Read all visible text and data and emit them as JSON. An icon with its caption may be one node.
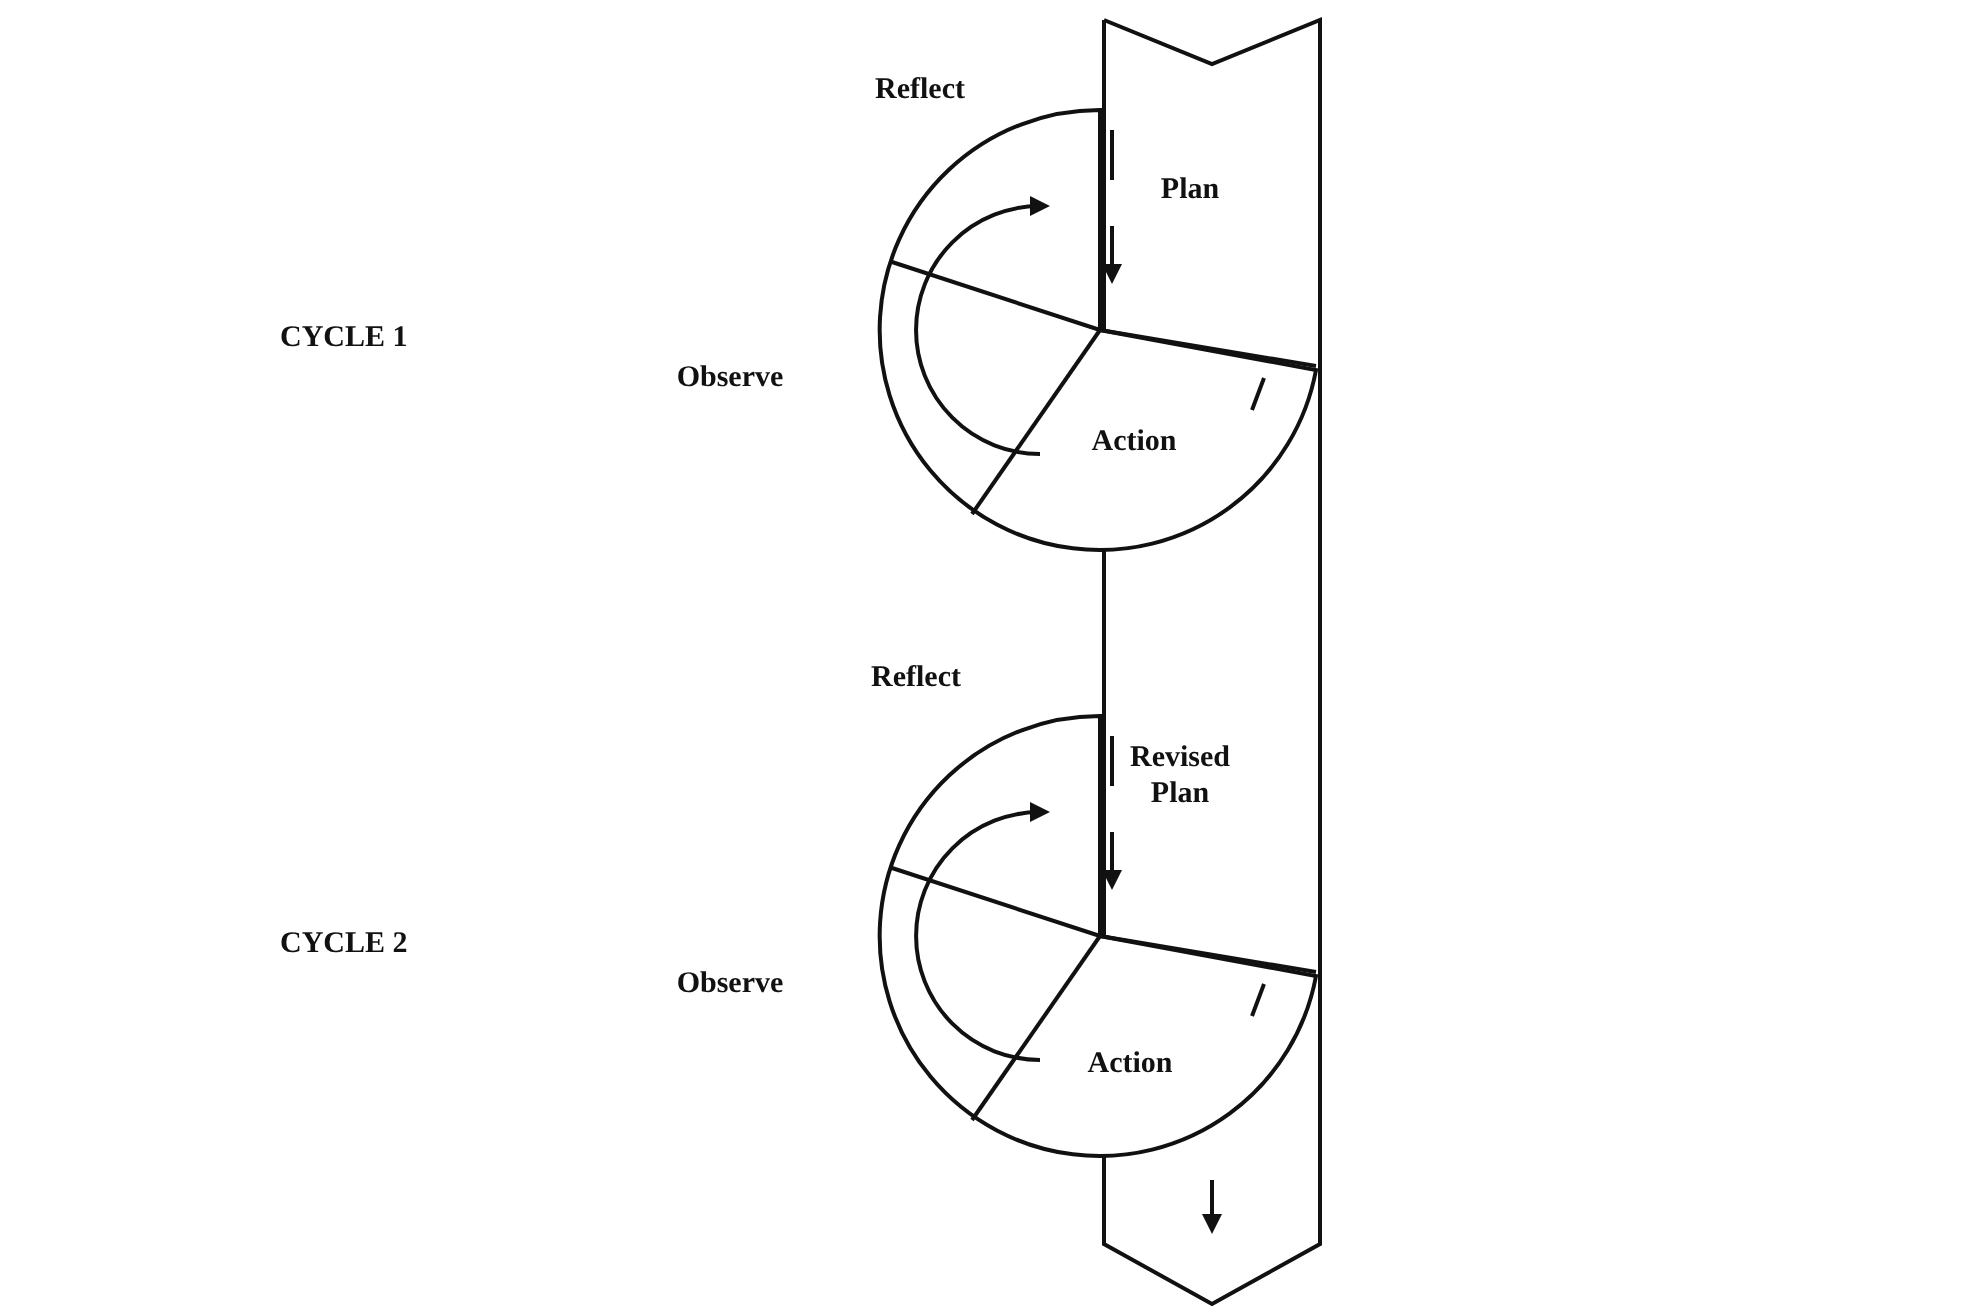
{
  "diagram": {
    "nodes": [
      {
        "text": [
          "Reflect"
        ]
      },
      {
        "text": [
          "Plan"
        ]
      },
      {
        "text": [
          "Observe"
        ]
      },
      {
        "text": [
          "Action"
        ]
      },
      {
        "text": [
          "Reflect"
        ]
      },
      {
        "text": [
          "Revised Plan"
        ]
      },
      {
        "text": [
          "Observe"
        ]
      },
      {
        "text": [
          "Action"
        ]
      }
    ],
    "labels": [
      "CYCLE 1",
      "CYCLE 2"
    ]
  }
}
